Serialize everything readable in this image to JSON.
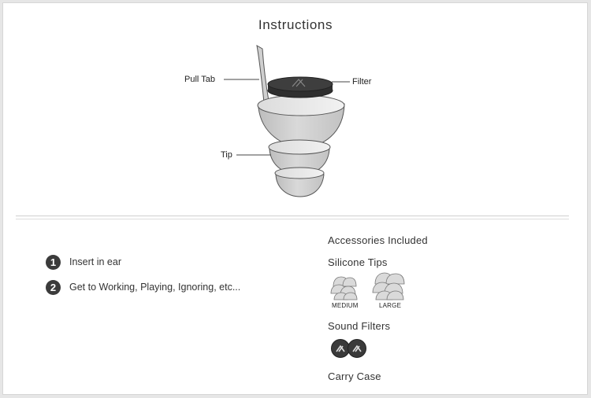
{
  "title": "Instructions",
  "callouts": {
    "pull_tab": "Pull Tab",
    "filter": "Filter",
    "tip": "Tip"
  },
  "steps": [
    {
      "number": "1",
      "text": "Insert in ear"
    },
    {
      "number": "2",
      "text": "Get to Working, Playing, Ignoring, etc..."
    }
  ],
  "accessories": {
    "heading": "Accessories Included",
    "silicone_tips": {
      "label": "Silicone Tips",
      "sizes": [
        "MEDIUM",
        "LARGE"
      ]
    },
    "sound_filters": {
      "label": "Sound Filters",
      "count": 2
    },
    "carry_case": "Carry Case"
  },
  "colors": {
    "background": "#e6e6e6",
    "card": "#ffffff",
    "step_badge": "#3b3b3b",
    "filter": "#3a3a3a",
    "tip_body": "#d9d9d9"
  }
}
